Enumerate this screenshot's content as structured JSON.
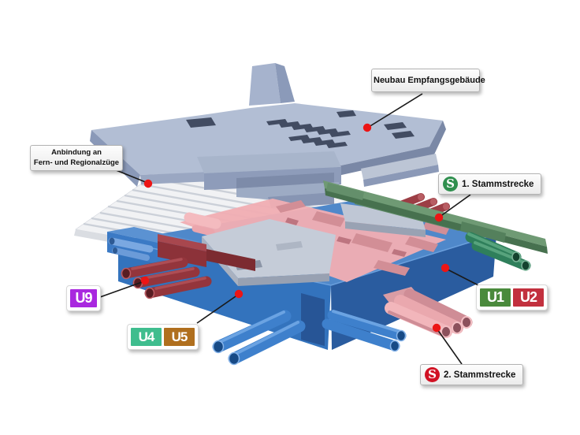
{
  "figure": {
    "description": "Exploded 3D diagram of a railway station development with labelled levels",
    "callouts": {
      "building": {
        "label": "Neubau Empfangsgebäude"
      },
      "regional": {
        "line1": "Anbindung an",
        "line2": "Fern- und Regionalzüge"
      },
      "s1": {
        "label": "1. Stammstrecke",
        "logo_letter": "S",
        "logo_color": "#2f8f4e"
      },
      "s2": {
        "label": "2. Stammstrecke",
        "logo_letter": "S",
        "logo_color": "#d11224"
      }
    },
    "line_badges": {
      "u9": {
        "label": "U9",
        "color": "#a928df"
      },
      "u1": {
        "label": "U1",
        "color": "#4a8a3c"
      },
      "u2": {
        "label": "U2",
        "color": "#c2303e"
      },
      "u4": {
        "label": "U4",
        "color": "#3fbd8e"
      },
      "u5": {
        "label": "U5",
        "color": "#b06f1e"
      }
    },
    "icons": {
      "s_bahn_logo_green": "s-bahn-logo-icon",
      "s_bahn_logo_red": "s-bahn-logo-icon",
      "marker": "red-marker-dot"
    },
    "palette": {
      "building_blue_gray": "#b2bed4",
      "track_deck_white": "#f1f2f4",
      "mezzanine_pink": "#f0aeb3",
      "s1_band_green": "#6f9a74",
      "u9_maroon": "#94353c",
      "subway_box_blue": "#3373bd",
      "s2_tube_pink": "#eaa8ae",
      "marker_red": "#ec1515",
      "leader_line": "#1a1a1a"
    }
  }
}
